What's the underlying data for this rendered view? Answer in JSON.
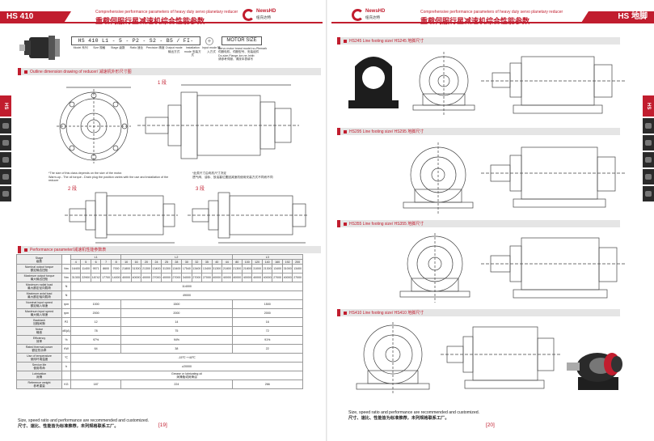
{
  "left": {
    "tag": "HS 410",
    "title_en": "Comprehensive performance parameters of heavy duty servo planetary reducer",
    "title_cn": "重载伺服行星减速机综合性能参数",
    "logo_name": "NewsHD",
    "logo_cn": "纽氏达特",
    "code_string": "HS  410   L1 - 5 - P2 - S2 - B5 / FI-",
    "motor_size": "MOTOR SIZE",
    "code_labels": [
      "Model\n系列",
      "Size\n规格",
      "Stage\n级数",
      "Ratio\n速比",
      "Precision\n精度",
      "Output mode\n输出方式",
      "Installation mode\n安装方式",
      "Input mode\n输入方式"
    ],
    "motor_note": "Servo motor brand model no./Remark\n伺服电机、伺服型号、安装组件\nDo-size-Flange-Ice-ne-Inhib\n请参考伺服、请按本表填写",
    "outline_title": "Outline dimension drawing of reducer/ 减速机外形尺寸图",
    "stage_1": "1 段",
    "stage_2": "2 段",
    "stage_3": "3 段",
    "note_en": "*The size of this class depends on the size of the motor.\nWarm-up - The oil torque - Drain plug the position varies with the use and installation of the reducer",
    "note_cn": "*此类尺寸由电机尺寸决定\n透气阀、油标、放油塞位置因减速机使用安装方式不同而不同",
    "perf_title": "Performance parameter/减速机性能参数表",
    "table": {
      "stage_header": "Stage\n级数",
      "stage_groups": [
        "L1",
        "L2",
        "L3"
      ],
      "ratio_cols": [
        "4",
        "5",
        "6",
        "7",
        "8",
        "10",
        "16",
        "20",
        "24",
        "25",
        "28",
        "30",
        "32",
        "35",
        "40",
        "44",
        "80",
        "100",
        "120",
        "140",
        "160",
        "192",
        "200"
      ],
      "rows": [
        {
          "name": "Nominal output torque\n额定输出扭矩",
          "unit": "Nm",
          "cells": [
            "16400",
            "11400",
            "9571",
            "8600",
            "7000",
            "21800",
            "31300",
            "21300",
            "13400",
            "31300",
            "13400",
            "17540",
            "13400",
            "13400",
            "31300",
            "21800",
            "21300",
            "21800",
            "31000",
            "21300",
            "13400",
            "31000",
            "13400"
          ]
        },
        {
          "name": "Maximum output torque\n最大输出扭矩",
          "unit": "Nm",
          "cells": [
            "31300",
            "22900",
            "18742",
            "17700",
            "14000",
            "40000",
            "40000",
            "40000",
            "27000",
            "40000",
            "27000",
            "34000",
            "27000",
            "27000",
            "40000",
            "40000",
            "40000",
            "40000",
            "40000",
            "40000",
            "27000",
            "40000",
            "27000"
          ]
        },
        {
          "name": "Maximum radial load\n最大额定径向载荷",
          "unit": "N",
          "span": "114000"
        },
        {
          "name": "Maximum axial load\n最大额定轴向载荷",
          "unit": "N",
          "span": "49000"
        },
        {
          "name": "Nominal input speed\n额定输入转速",
          "unit": "rpm",
          "groups": [
            "1000",
            "1500",
            "1500"
          ]
        },
        {
          "name": "Maximum input speed\n最大输入转速",
          "unit": "rpm",
          "groups": [
            "2000",
            "2000",
            "2000"
          ]
        },
        {
          "name": "Backlash\n回程间隙",
          "unit": "P2",
          "groups": [
            "12",
            "14",
            "16"
          ]
        },
        {
          "name": "Noise\n噪音",
          "unit": "dB(A)",
          "groups": [
            "78",
            "75",
            "72"
          ]
        },
        {
          "name": "Efficiency\n效率",
          "unit": "%",
          "groups": [
            "97%",
            "94%",
            "91%"
          ]
        },
        {
          "name": "Rated thermal power\n额定热功率",
          "unit": "KW",
          "groups": [
            "64",
            "38",
            "22"
          ]
        },
        {
          "name": "Use of temperature\n使用环境温度",
          "unit": "℃",
          "span": "-15℃~+40℃"
        },
        {
          "name": "Service life\n使用寿命",
          "unit": "h",
          "span": "≥20000"
        },
        {
          "name": "Lubrication\n润滑",
          "unit": "",
          "span": "Grease or lubricating oil\n润滑脂或润滑油"
        },
        {
          "name": "Reference weight\n参考重量",
          "unit": "KG",
          "groups": [
            "187",
            "224",
            "266"
          ]
        }
      ]
    },
    "footnote_en": "Size, speed ratio and performance are recommended and customized.",
    "footnote_cn": "尺寸、速比、性能皆为标准推荐，未列规格联系工厂。",
    "page_number": "[19]",
    "side_tab": "HS"
  },
  "right": {
    "tag": "HS 地脚",
    "title_en": "Comprehensive performance parameters of heavy duty servo planetary reducer",
    "title_cn": "重载伺服行星减速机综合性能参数",
    "logo_name": "NewsHD",
    "logo_cn": "纽氏达特",
    "sections": [
      "HS245 Line footing size/ HS245 地脚尺寸",
      "HS295 Line footing size/ HS295 地脚尺寸",
      "HS355 Line footing size/ HS355 地脚尺寸",
      "HS410 Line footing size/ HS410 地脚尺寸"
    ],
    "footnote_en": "Size, speed ratio and performance are recommended and customized.",
    "footnote_cn": "尺寸、速比、性能皆为标准推荐，未列规格联系工厂。",
    "page_number": "[20]",
    "side_tab": "HS"
  },
  "colors": {
    "accent": "#c11d2e",
    "section_bg": "#e5e5e5",
    "tab_dark": "#2a2a2a"
  }
}
